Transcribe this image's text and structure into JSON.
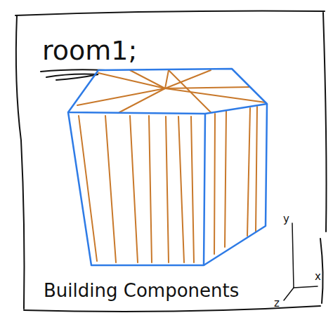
{
  "diagram": {
    "title": "room1;",
    "caption": "Building Components",
    "labels": [
      "y",
      "x",
      "z"
    ]
  }
}
